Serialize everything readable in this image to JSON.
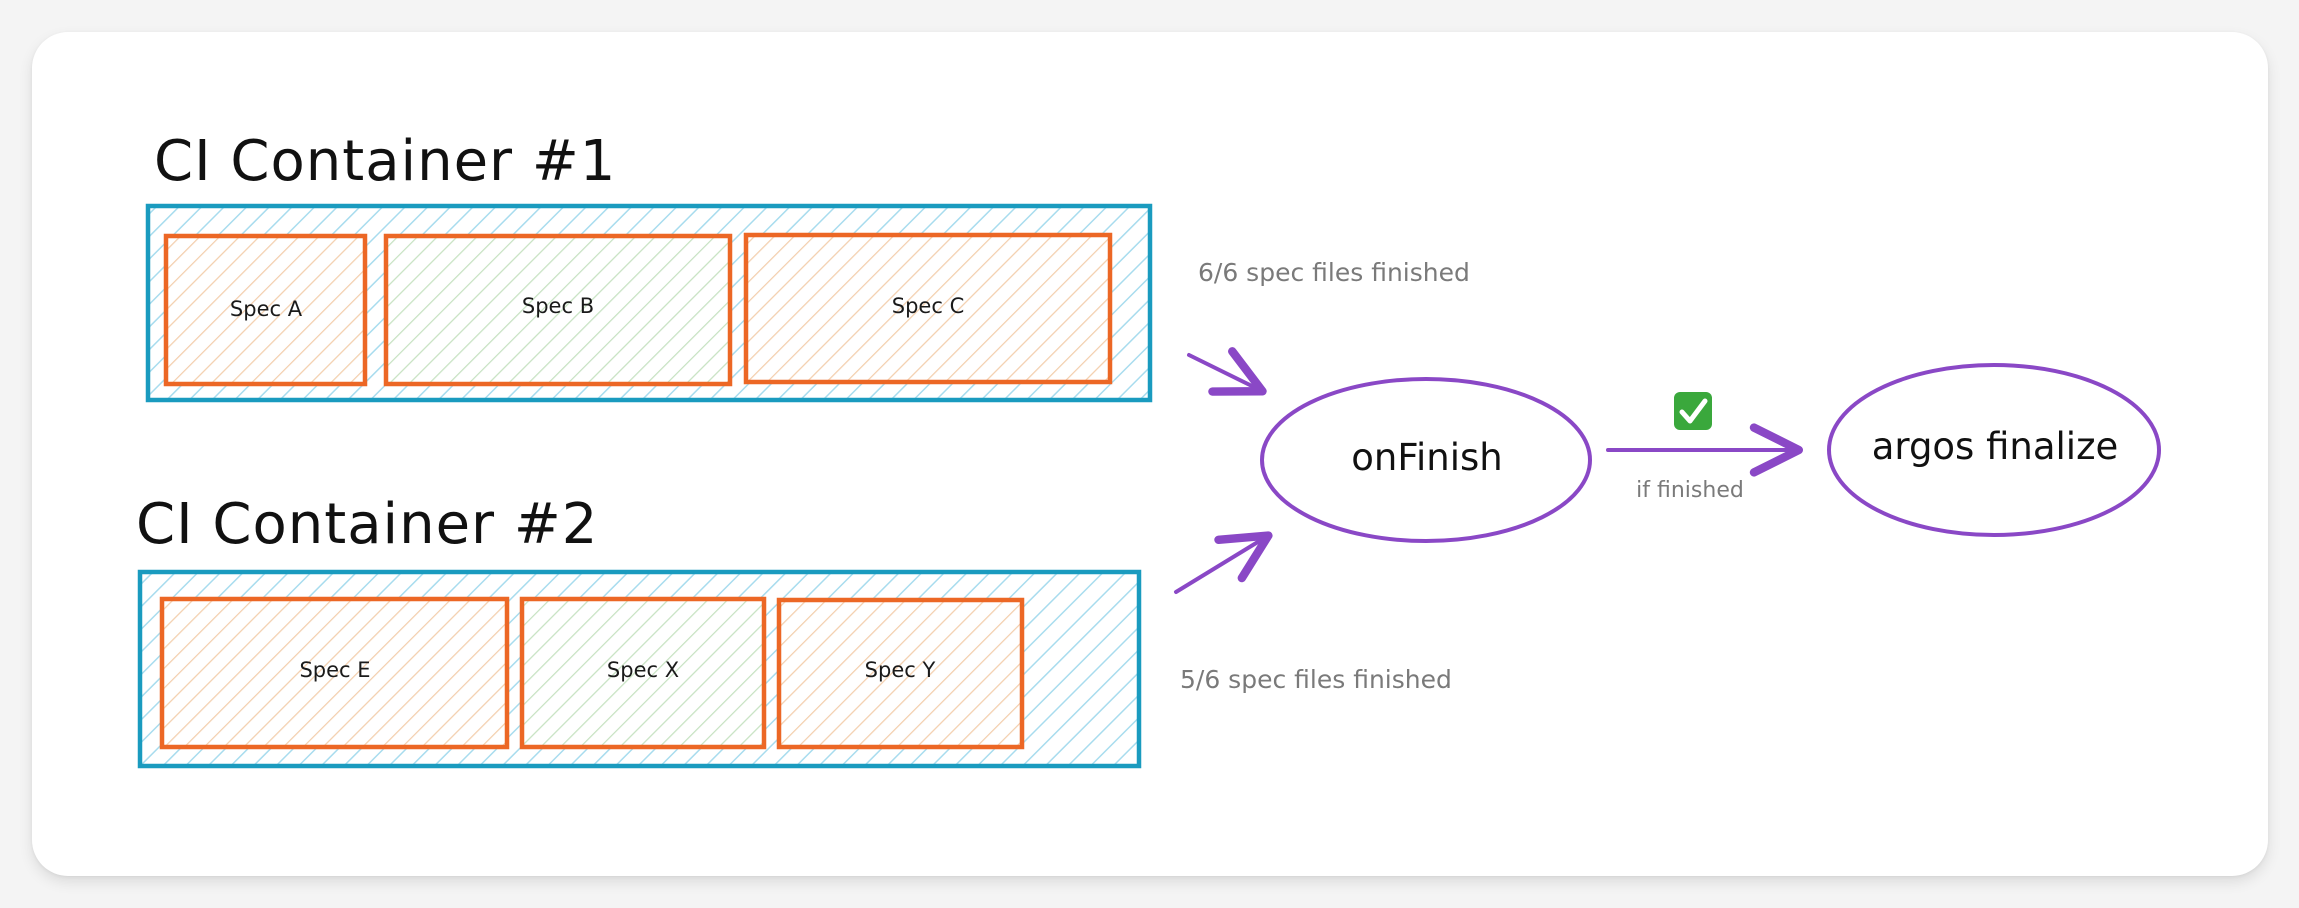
{
  "colors": {
    "container_border": "#1a9bbf",
    "container_hatch": "#a8dcee",
    "spec_border": "#ec6725",
    "spec_hatch_orange": "#f3cfae",
    "spec_hatch_green": "#c7e2c2",
    "arrow": "#8a48c6",
    "check_green": "#3aa83c"
  },
  "containers": [
    {
      "title": "CI Container #1",
      "specs": [
        "Spec A",
        "Spec B",
        "Spec C"
      ],
      "status": "6/6 spec files finished"
    },
    {
      "title": "CI Container #2",
      "specs": [
        "Spec E",
        "Spec X",
        "Spec Y"
      ],
      "status": "5/6 spec files finished"
    }
  ],
  "nodes": {
    "on_finish": "onFinish",
    "finalize": "argos finalize"
  },
  "edge": {
    "label": "if finished",
    "icon": "check-mark-icon"
  }
}
